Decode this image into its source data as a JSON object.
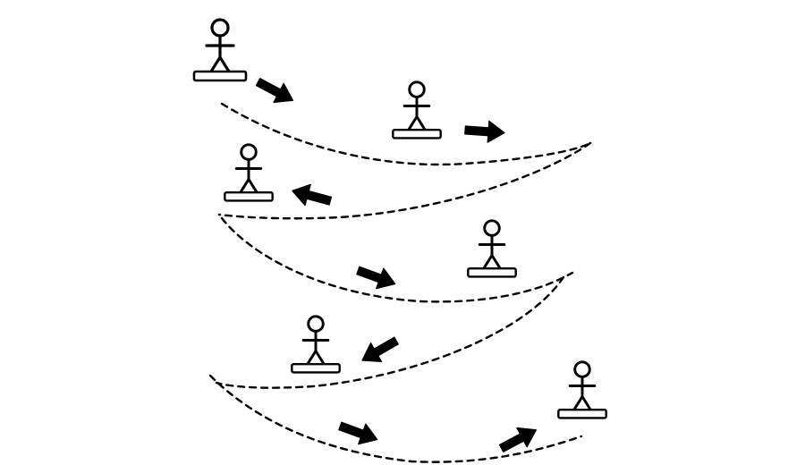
{
  "diagram": {
    "background": "#ffffff",
    "ink": "#000000",
    "figures": [
      {
        "id": "figure-1"
      },
      {
        "id": "figure-2"
      },
      {
        "id": "figure-3"
      },
      {
        "id": "figure-4"
      },
      {
        "id": "figure-5"
      },
      {
        "id": "figure-6"
      }
    ],
    "arrows": [
      {
        "id": "arrow-1",
        "direction": "down-right"
      },
      {
        "id": "arrow-2",
        "direction": "right"
      },
      {
        "id": "arrow-3",
        "direction": "left"
      },
      {
        "id": "arrow-4",
        "direction": "down-right"
      },
      {
        "id": "arrow-5",
        "direction": "down-left"
      },
      {
        "id": "arrow-6",
        "direction": "down-right"
      },
      {
        "id": "arrow-7",
        "direction": "up-right"
      }
    ],
    "paths": [
      {
        "id": "path-1"
      },
      {
        "id": "path-2"
      },
      {
        "id": "path-3"
      },
      {
        "id": "path-4"
      },
      {
        "id": "path-5"
      }
    ]
  }
}
